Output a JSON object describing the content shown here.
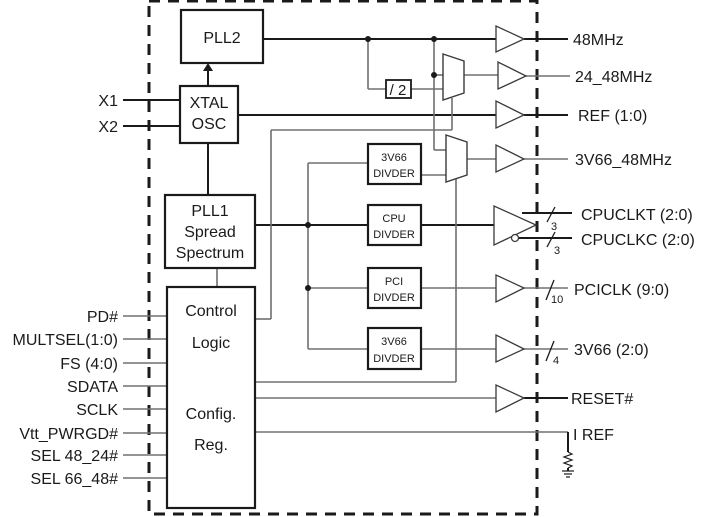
{
  "blocks": {
    "pll2": "PLL2",
    "xtal_line1": "XTAL",
    "xtal_line2": "OSC",
    "pll1_line1": "PLL1",
    "pll1_line2": "Spread",
    "pll1_line3": "Spectrum",
    "control_line1": "Control",
    "control_line2": "Logic",
    "config_line1": "Config.",
    "config_line2": "Reg.",
    "div2": "/ 2",
    "div_3v66_top_line1": "3V66",
    "div_3v66_top_line2": "DIVDER",
    "div_cpu_line1": "CPU",
    "div_cpu_line2": "DIVDER",
    "div_pci_line1": "PCI",
    "div_pci_line2": "DIVDER",
    "div_3v66_bot_line1": "3V66",
    "div_3v66_bot_line2": "DIVDER"
  },
  "inputs": {
    "x1": "X1",
    "x2": "X2",
    "control": [
      "PD#",
      "MULTSEL(1:0)",
      "FS (4:0)",
      "SDATA",
      "SCLK",
      "Vtt_PWRGD#",
      "SEL 48_24#",
      "SEL 66_48#"
    ]
  },
  "outputs": {
    "mhz48": "48MHz",
    "mhz24_48": "24_48MHz",
    "ref": "REF (1:0)",
    "v66_48": "3V66_48MHz",
    "cpuclkt": "CPUCLKT (2:0)",
    "cpuclkc": "CPUCLKC (2:0)",
    "pciclk": "PCICLK (9:0)",
    "v66": "3V66 (2:0)",
    "reset": "RESET#",
    "iref": "I REF"
  },
  "bus_widths": {
    "cpuclkt": "3",
    "cpuclkc": "3",
    "pciclk": "10",
    "v66": "4"
  }
}
